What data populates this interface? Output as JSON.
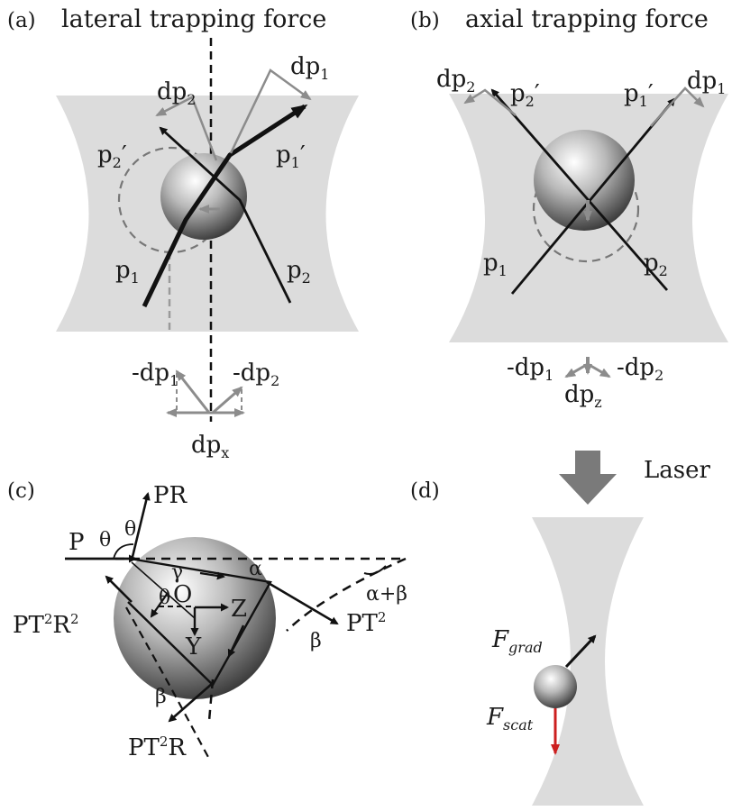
{
  "panels": {
    "a": {
      "letter": "(a)",
      "title": "lateral trapping force",
      "dp1": "dp",
      "dp1_sub": "1",
      "dp2": "dp",
      "dp2_sub": "2",
      "p1": "p",
      "p1_sub": "1",
      "p2": "p",
      "p2_sub": "2",
      "p1p": "p",
      "p1p_sub": "1",
      "p1p_prime": "′",
      "p2p": "p",
      "p2p_sub": "2",
      "p2p_prime": "′",
      "mdp1": "-dp",
      "mdp1_sub": "1",
      "mdp2": "-dp",
      "mdp2_sub": "2",
      "dpx": "dp",
      "dpx_sub": "x"
    },
    "b": {
      "letter": "(b)",
      "title": "axial trapping force",
      "dp1": "dp",
      "dp1_sub": "1",
      "dp2": "dp",
      "dp2_sub": "2",
      "p1": "p",
      "p1_sub": "1",
      "p2": "p",
      "p2_sub": "2",
      "p1p": "p",
      "p1p_sub": "1",
      "p1p_prime": "′",
      "p2p": "p",
      "p2p_sub": "2",
      "p2p_prime": "′",
      "mdp1": "-dp",
      "mdp1_sub": "1",
      "mdp2": "-dp",
      "mdp2_sub": "2",
      "dpz": "dp",
      "dpz_sub": "z"
    },
    "c": {
      "letter": "(c)",
      "P": "P",
      "PR": "PR",
      "theta": "θ",
      "gamma": "γ",
      "alpha": "α",
      "alphabeta": "α+β",
      "beta": "β",
      "O": "O",
      "Z": "Z",
      "Y": "Y",
      "PT2": "PT",
      "PT2_sup": "2",
      "PT2R2_a": "PT",
      "PT2R2_s1": "2",
      "PT2R2_b": "R",
      "PT2R2_s2": "2",
      "PT2R_a": "PT",
      "PT2R_s1": "2",
      "PT2R_b": "R"
    },
    "d": {
      "letter": "(d)",
      "laser": "Laser",
      "fgrad": "F",
      "fgrad_sub": "grad",
      "fscat": "F",
      "fscat_sub": "scat"
    }
  },
  "colors": {
    "beam": "#dcdcdc",
    "line": "#111111",
    "gray_arrow": "#8c8c8c",
    "dash": "#666666",
    "scat": "#cc1f1f"
  }
}
